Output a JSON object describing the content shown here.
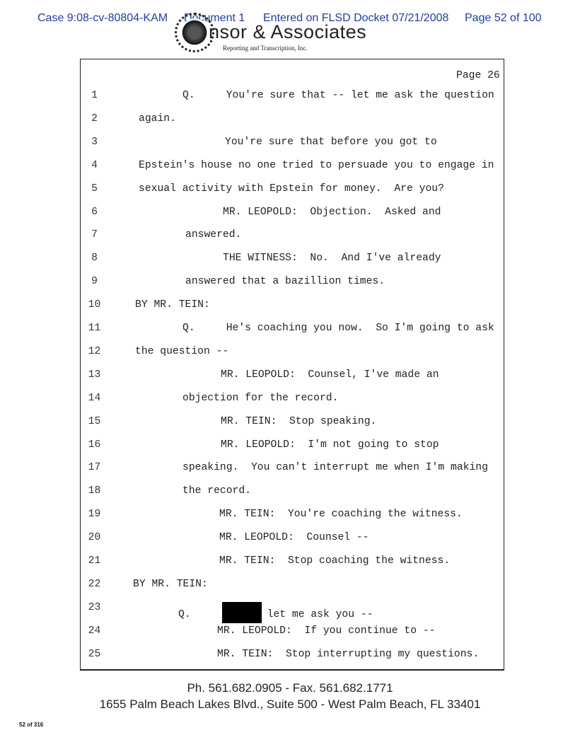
{
  "stamp": {
    "case": "Case 9:08-cv-80804-KAM",
    "document": "Document 1",
    "entered": "Entered on FLSD Docket 07/21/2008",
    "page": "Page 52 of 100"
  },
  "logo": {
    "name": "Censor & Associates",
    "visible_name": "nsor & Associates",
    "subtitle": "Reporting and Transcription, Inc."
  },
  "transcript": {
    "page_label": "Page 26",
    "lines": [
      {
        "n": "1",
        "text": "Q.     You're sure that -- let me ask the question"
      },
      {
        "n": "2",
        "text": "again."
      },
      {
        "n": "3",
        "text": "You're sure that before you got to"
      },
      {
        "n": "4",
        "text": "Epstein's house no one tried to persuade you to engage in"
      },
      {
        "n": "5",
        "text": "sexual activity with Epstein for money.  Are you?"
      },
      {
        "n": "6",
        "text": "MR. LEOPOLD:  Objection.  Asked and"
      },
      {
        "n": "7",
        "text": "answered."
      },
      {
        "n": "8",
        "text": "THE WITNESS:  No.  And I've already"
      },
      {
        "n": "9",
        "text": "answered that a bazillion times."
      },
      {
        "n": "10",
        "text": "BY MR. TEIN:"
      },
      {
        "n": "11",
        "text": "Q.     He's coaching you now.  So I'm going to ask"
      },
      {
        "n": "12",
        "text": "the question --"
      },
      {
        "n": "13",
        "text": "MR. LEOPOLD:  Counsel, I've made an"
      },
      {
        "n": "14",
        "text": "objection for the record."
      },
      {
        "n": "15",
        "text": "MR. TEIN:  Stop speaking."
      },
      {
        "n": "16",
        "text": "MR. LEOPOLD:  I'm not going to stop"
      },
      {
        "n": "17",
        "text": "speaking.  You can't interrupt me when I'm making"
      },
      {
        "n": "18",
        "text": "the record."
      },
      {
        "n": "19",
        "text": "MR. TEIN:  You're coaching the witness."
      },
      {
        "n": "20",
        "text": "MR. LEOPOLD:  Counsel --"
      },
      {
        "n": "21",
        "text": "MR. TEIN:  Stop coaching the witness."
      },
      {
        "n": "22",
        "text": "BY MR. TEIN:"
      },
      {
        "n": "23",
        "text": "Q.",
        "after_redaction": "let me ask you --"
      },
      {
        "n": "24",
        "text": "MR. LEOPOLD:  If you continue to --"
      },
      {
        "n": "25",
        "text": "MR. TEIN:  Stop interrupting my questions."
      }
    ]
  },
  "footer": {
    "phone": "Ph. 561.682.0905 - Fax. 561.682.1771",
    "address": "1655 Palm Beach Lakes Blvd., Suite 500 - West Palm Beach, FL 33401"
  },
  "page_count": "52 of 316"
}
